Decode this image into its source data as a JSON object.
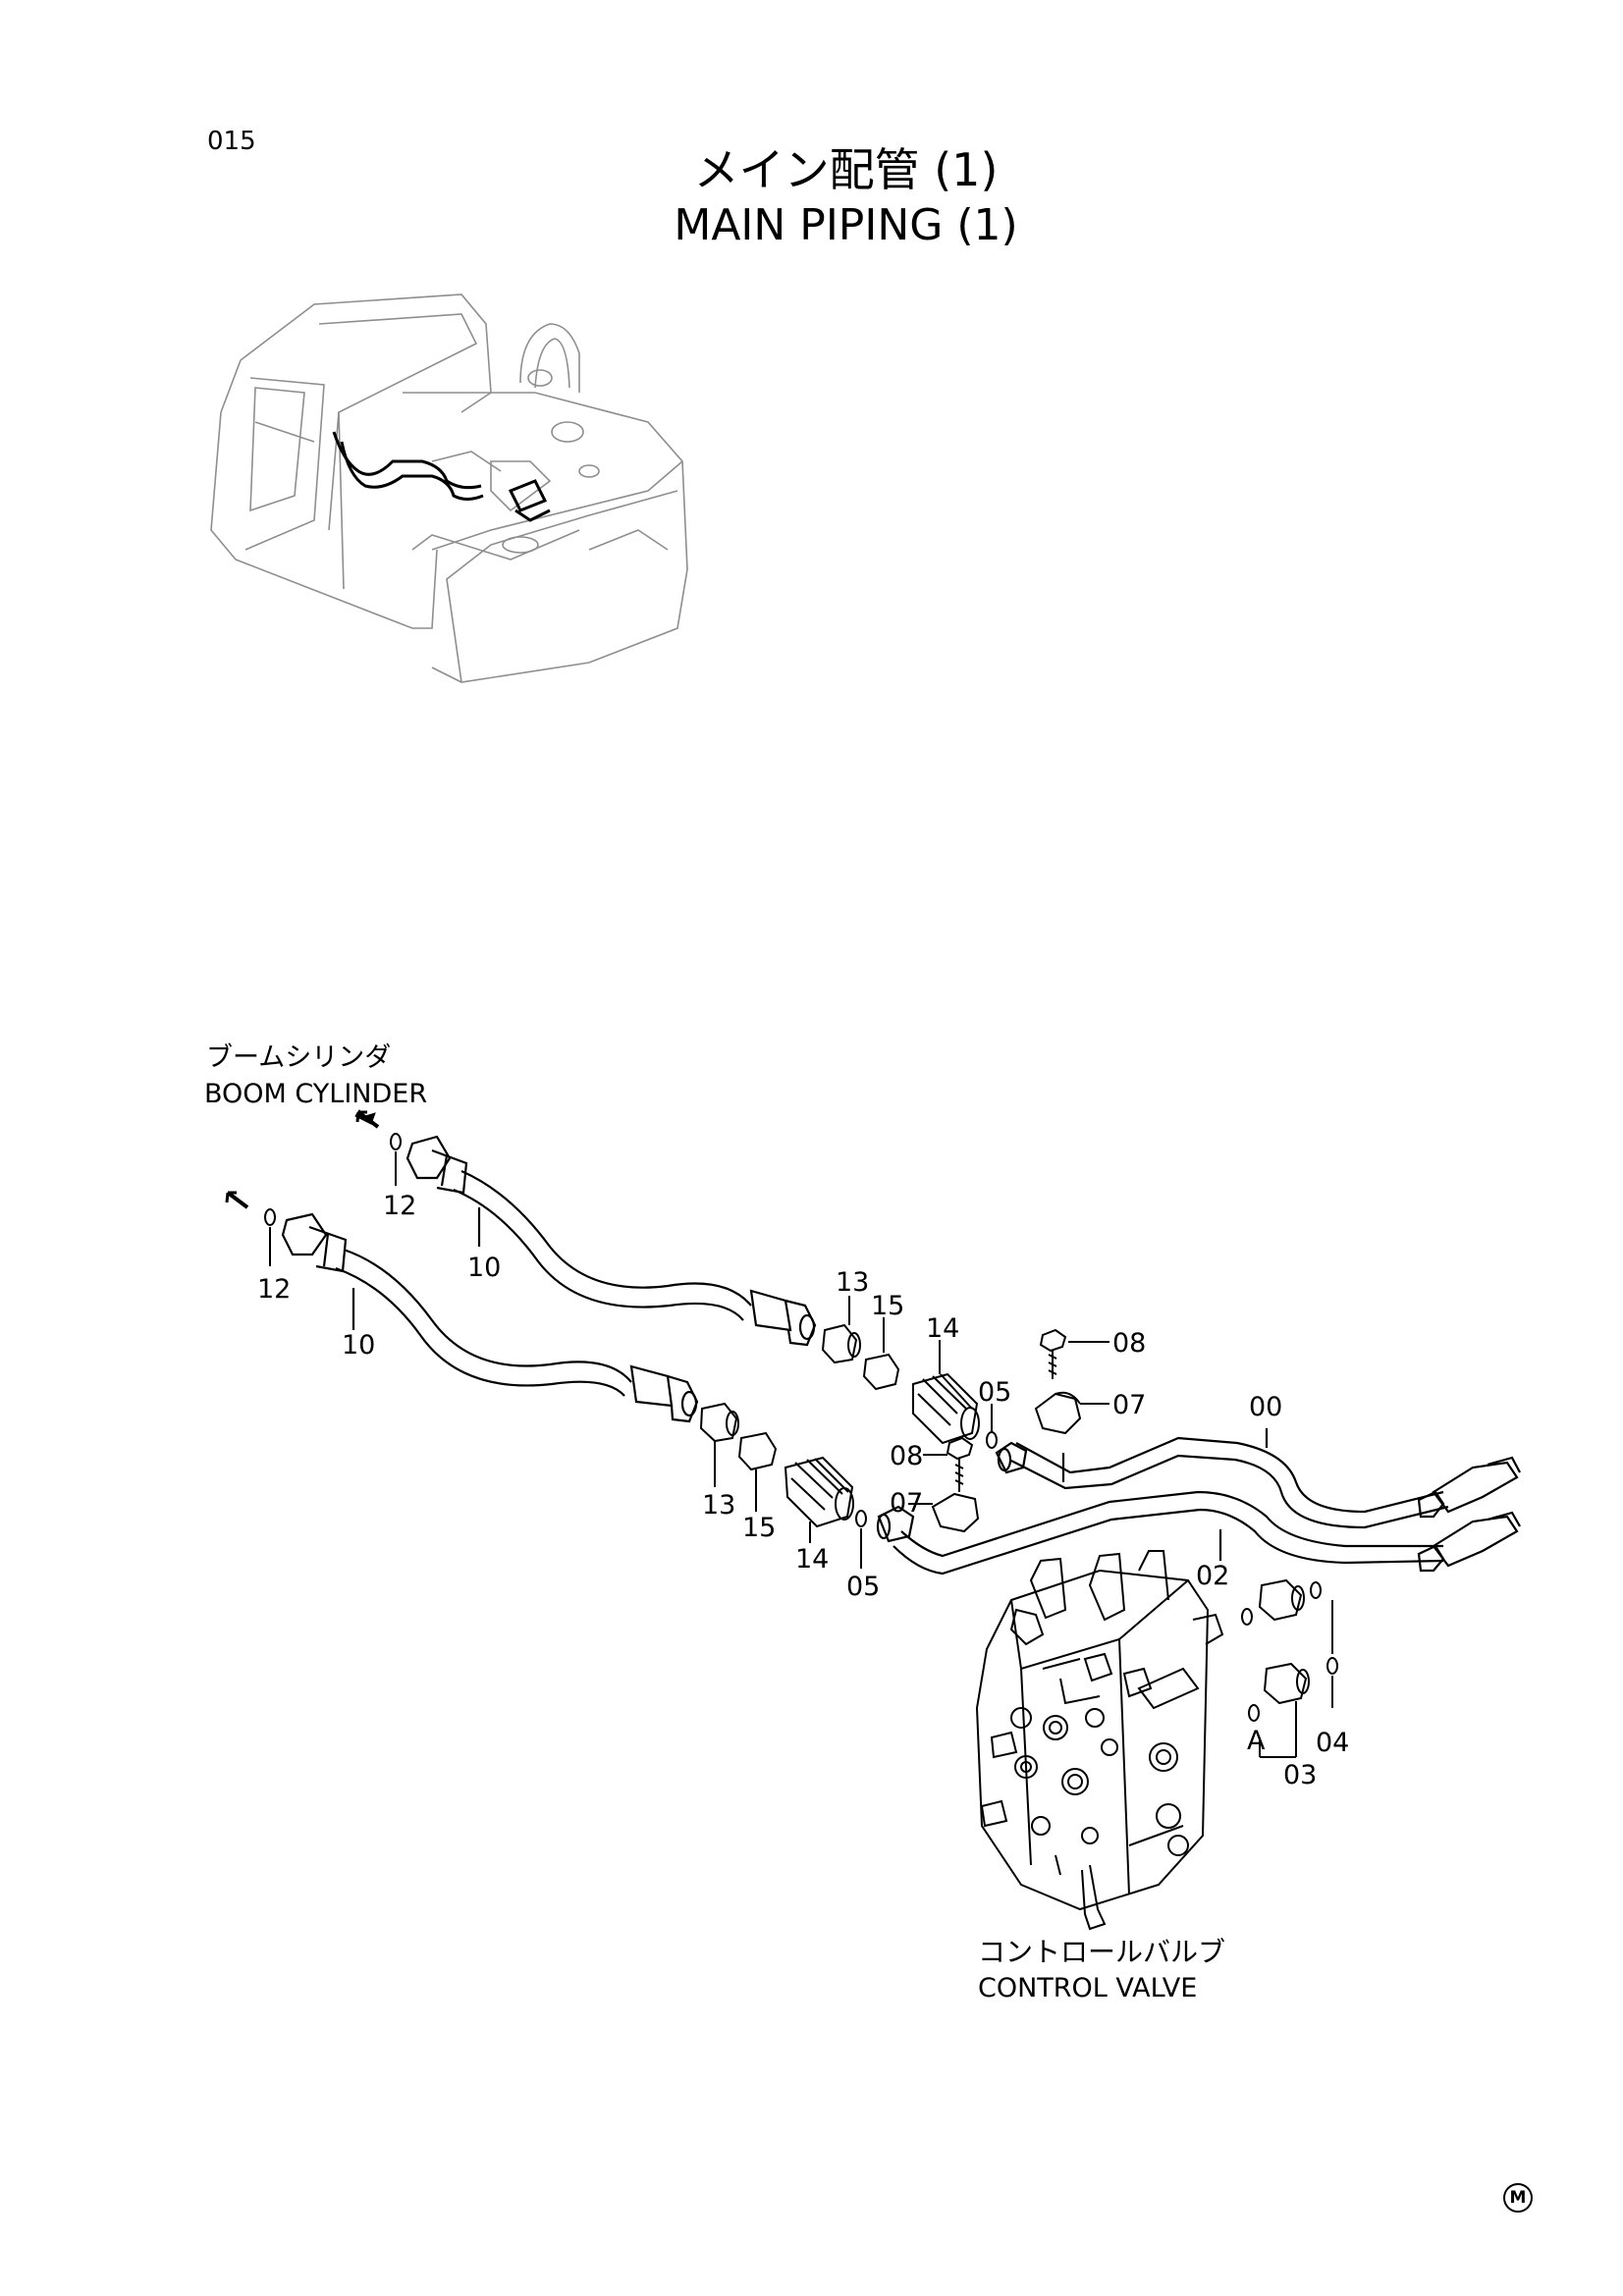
{
  "page": {
    "number": "015"
  },
  "title": {
    "japanese": "メイン配管 (1)",
    "english": "MAIN PIPING (1)"
  },
  "labels": {
    "boom_cylinder_jp": "ブームシリンダ",
    "boom_cylinder_en": "BOOM CYLINDER",
    "control_valve_jp": "コントロールバルブ",
    "control_valve_en": "CONTROL VALVE",
    "view_a": "A"
  },
  "callouts": [
    "12",
    "10",
    "12",
    "10",
    "13",
    "15",
    "14",
    "05",
    "08",
    "07",
    "00",
    "08",
    "07",
    "13",
    "15",
    "14",
    "05",
    "02",
    "04",
    "03"
  ],
  "mark": "M",
  "colors": {
    "line": "#000000",
    "faint_line": "#9a9a9a",
    "background": "#ffffff"
  }
}
